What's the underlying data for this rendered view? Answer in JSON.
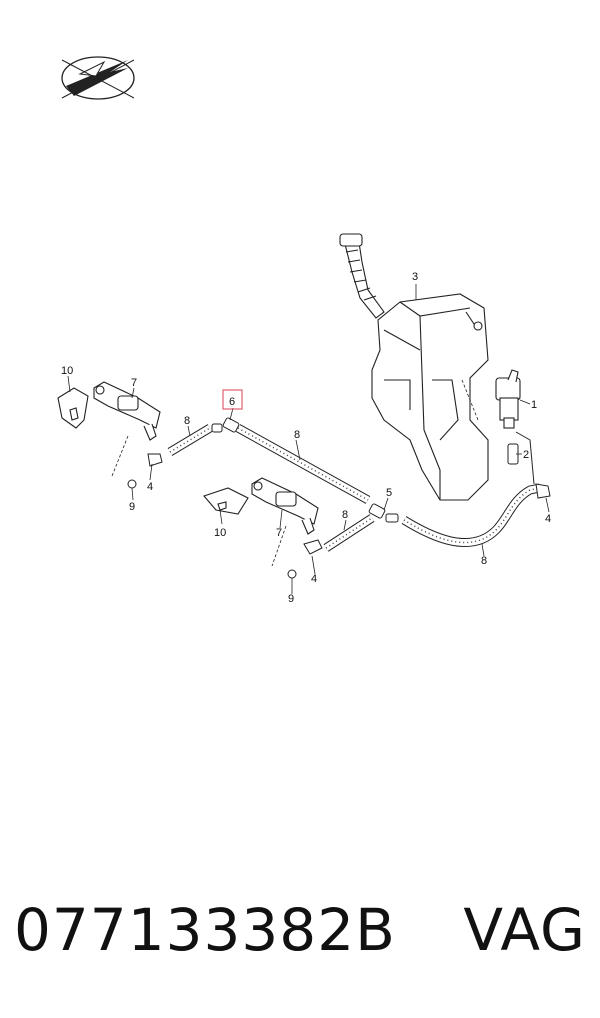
{
  "diagram": {
    "callouts": {
      "c1": "1",
      "c2": "2",
      "c3": "3",
      "c4a": "4",
      "c4b": "4",
      "c4c": "4",
      "c5": "5",
      "c6": "6",
      "c7a": "7",
      "c7b": "7",
      "c8a": "8",
      "c8b": "8",
      "c8c": "8",
      "c8d": "8",
      "c9a": "9",
      "c9b": "9",
      "c10a": "10",
      "c10b": "10"
    },
    "highlight_color": "#e06070"
  },
  "footer": {
    "part_number": "077133382B",
    "brand": "VAG"
  }
}
